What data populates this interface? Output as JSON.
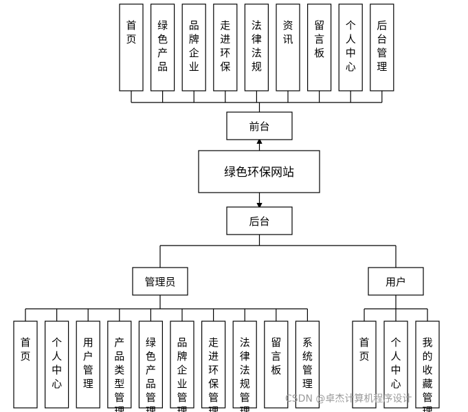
{
  "center": "绿色环保网站",
  "front": {
    "title": "前台",
    "items": [
      "首页",
      "绿色产品",
      "品牌企业",
      "走进环保",
      "法律法规",
      "资讯",
      "留言板",
      "个人中心",
      "后台管理"
    ]
  },
  "back": {
    "title": "后台",
    "admin": {
      "title": "管理员",
      "items": [
        "首页",
        "个人中心",
        "用户管理",
        "产品类型管理",
        "绿色产品管理",
        "品牌企业管理",
        "走进环保管理",
        "法律法规管理",
        "留言板",
        "系统管理"
      ]
    },
    "user": {
      "title": "用户",
      "items": [
        "首页",
        "个人中心",
        "我的收藏管理"
      ]
    }
  },
  "watermark": "CSDN @卓杰计算机程序设计"
}
